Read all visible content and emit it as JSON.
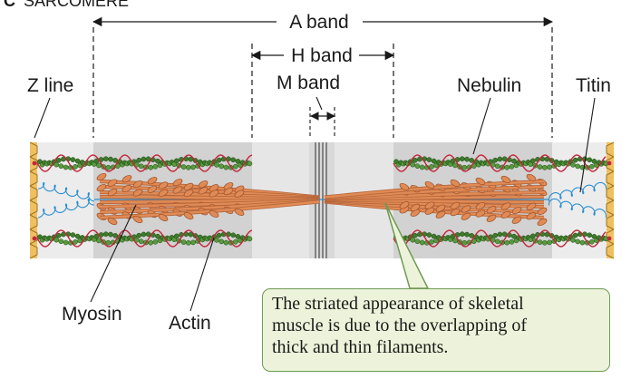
{
  "heading": {
    "letter": "C",
    "title": "SARCOMERE"
  },
  "labels": {
    "a_band": "A band",
    "h_band": "H band",
    "m_band": "M band",
    "z_line": "Z line",
    "nebulin": "Nebulin",
    "titin": "Titin",
    "myosin": "Myosin",
    "actin": "Actin"
  },
  "callout": {
    "line1": "The striated appearance of skeletal",
    "line2": "muscle is due to the overlapping of",
    "line3": "thick and thin filaments."
  },
  "colors": {
    "z_disc": "#f0c060",
    "actin_bead": "#3f7a2c",
    "nebulin_wave": "#c2273a",
    "myosin": "#e08a55",
    "titin": "#2a8fd0",
    "a_band_shade": "#d2d2d2",
    "i_band_shade": "#ececec",
    "callout_fill": "#edf3da",
    "callout_border": "#6f9a55"
  }
}
